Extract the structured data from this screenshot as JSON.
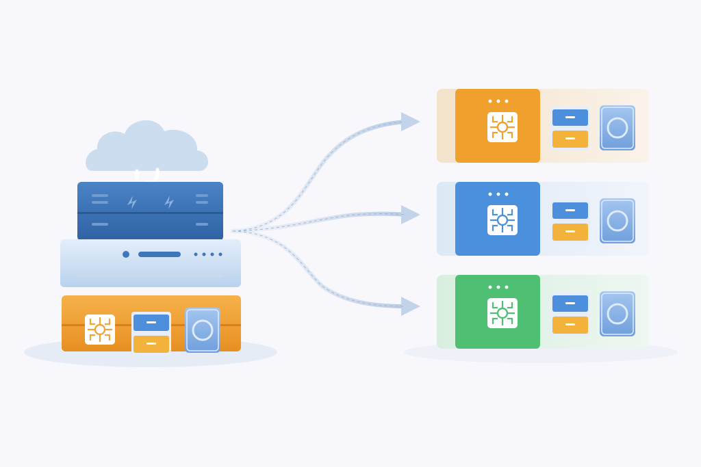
{
  "diagram": {
    "source_server": {
      "cloud_color": "#c9d9ee",
      "top_unit_color": "#3f76b8",
      "middle_unit_color": "#cfe2f6",
      "bottom_unit_color": "#f1a43a",
      "components": [
        "chip-icon",
        "storage-drawer-icon",
        "disk-icon"
      ]
    },
    "flows": [
      {
        "target": "target-server-orange",
        "style": "dashed-curve-with-arrow"
      },
      {
        "target": "target-server-blue",
        "style": "dashed-curve-with-arrow"
      },
      {
        "target": "target-server-green",
        "style": "dashed-curve-with-arrow"
      }
    ],
    "targets": [
      {
        "name": "orange",
        "accent": "#f0a02c",
        "panel": "#f6ebdc",
        "components": [
          "chip-icon",
          "storage-drawer-icon",
          "disk-icon"
        ]
      },
      {
        "name": "blue",
        "accent": "#4a90dc",
        "panel": "#e6eef9",
        "components": [
          "chip-icon",
          "storage-drawer-icon",
          "disk-icon"
        ]
      },
      {
        "name": "green",
        "accent": "#4fbf73",
        "panel": "#e2f3e8",
        "components": [
          "chip-icon",
          "storage-drawer-icon",
          "disk-icon"
        ]
      }
    ],
    "colors": {
      "drawer_blue": "#4d8fdc",
      "drawer_orange": "#f2b23c",
      "disk": "#8fb7ea",
      "arrow": "#c7d6ea",
      "chip": "#ffffff"
    }
  }
}
